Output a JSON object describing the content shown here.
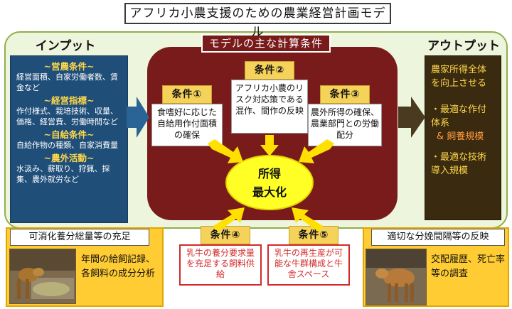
{
  "title": "アフリカ小農支援のための農業経営計画モデル",
  "input": {
    "heading": "インプット",
    "groups": [
      {
        "head": "~営農条件~",
        "body": "経営面積、自家労働者数、賃金など"
      },
      {
        "head": "~経営指標~",
        "body": "作付様式、栽培技術、収量、価格、経営費、労働時間など"
      },
      {
        "head": "~自給条件~",
        "body": "自給作物の種類、自家消費量"
      },
      {
        "head": "~農外活動~",
        "body": "水汲み、薪取り、狩猟、採集、農外就労など"
      }
    ]
  },
  "output": {
    "heading": "アウトプット",
    "line1": "農家所得全体を向上させる",
    "b1": "・最適な作付体系",
    "b1b": "& 飼養規模",
    "b2": "・最適な技術導入規模"
  },
  "model": {
    "heading": "モデルの主な計算条件",
    "cond1": {
      "label": "条件①",
      "text": "食嗜好に応じた自給用作付面積の確保"
    },
    "cond2": {
      "label": "条件②",
      "text": "アフリカ小農のリスク対応策である混作、間作の反映"
    },
    "cond3": {
      "label": "条件③",
      "text": "農外所得の確保、農業部門との労働配分"
    },
    "cond4": {
      "label": "条件④",
      "text": "乳牛の養分要求量を充足する飼料供給"
    },
    "cond5": {
      "label": "条件⑤",
      "text": "乳牛の再生産が可能な牛群構成と牛舎スペース"
    },
    "goal_line1": "所得",
    "goal_line2": "最大化"
  },
  "callout_left": {
    "heading": "可消化養分総量等の充足",
    "text": "年間の給飼記録、各飼料の成分分析"
  },
  "callout_right": {
    "heading": "適切な分娩間隔等の反映",
    "text": "交配履歴、死亡率等の調査"
  },
  "colors": {
    "frame_green": "#eef5dd",
    "input_blue": "#1f4e79",
    "model_red": "#7a1b1b",
    "output_brown": "#3a2a10",
    "goal_yellow": "#ffff26",
    "callout_orange": "#ffcc33"
  }
}
